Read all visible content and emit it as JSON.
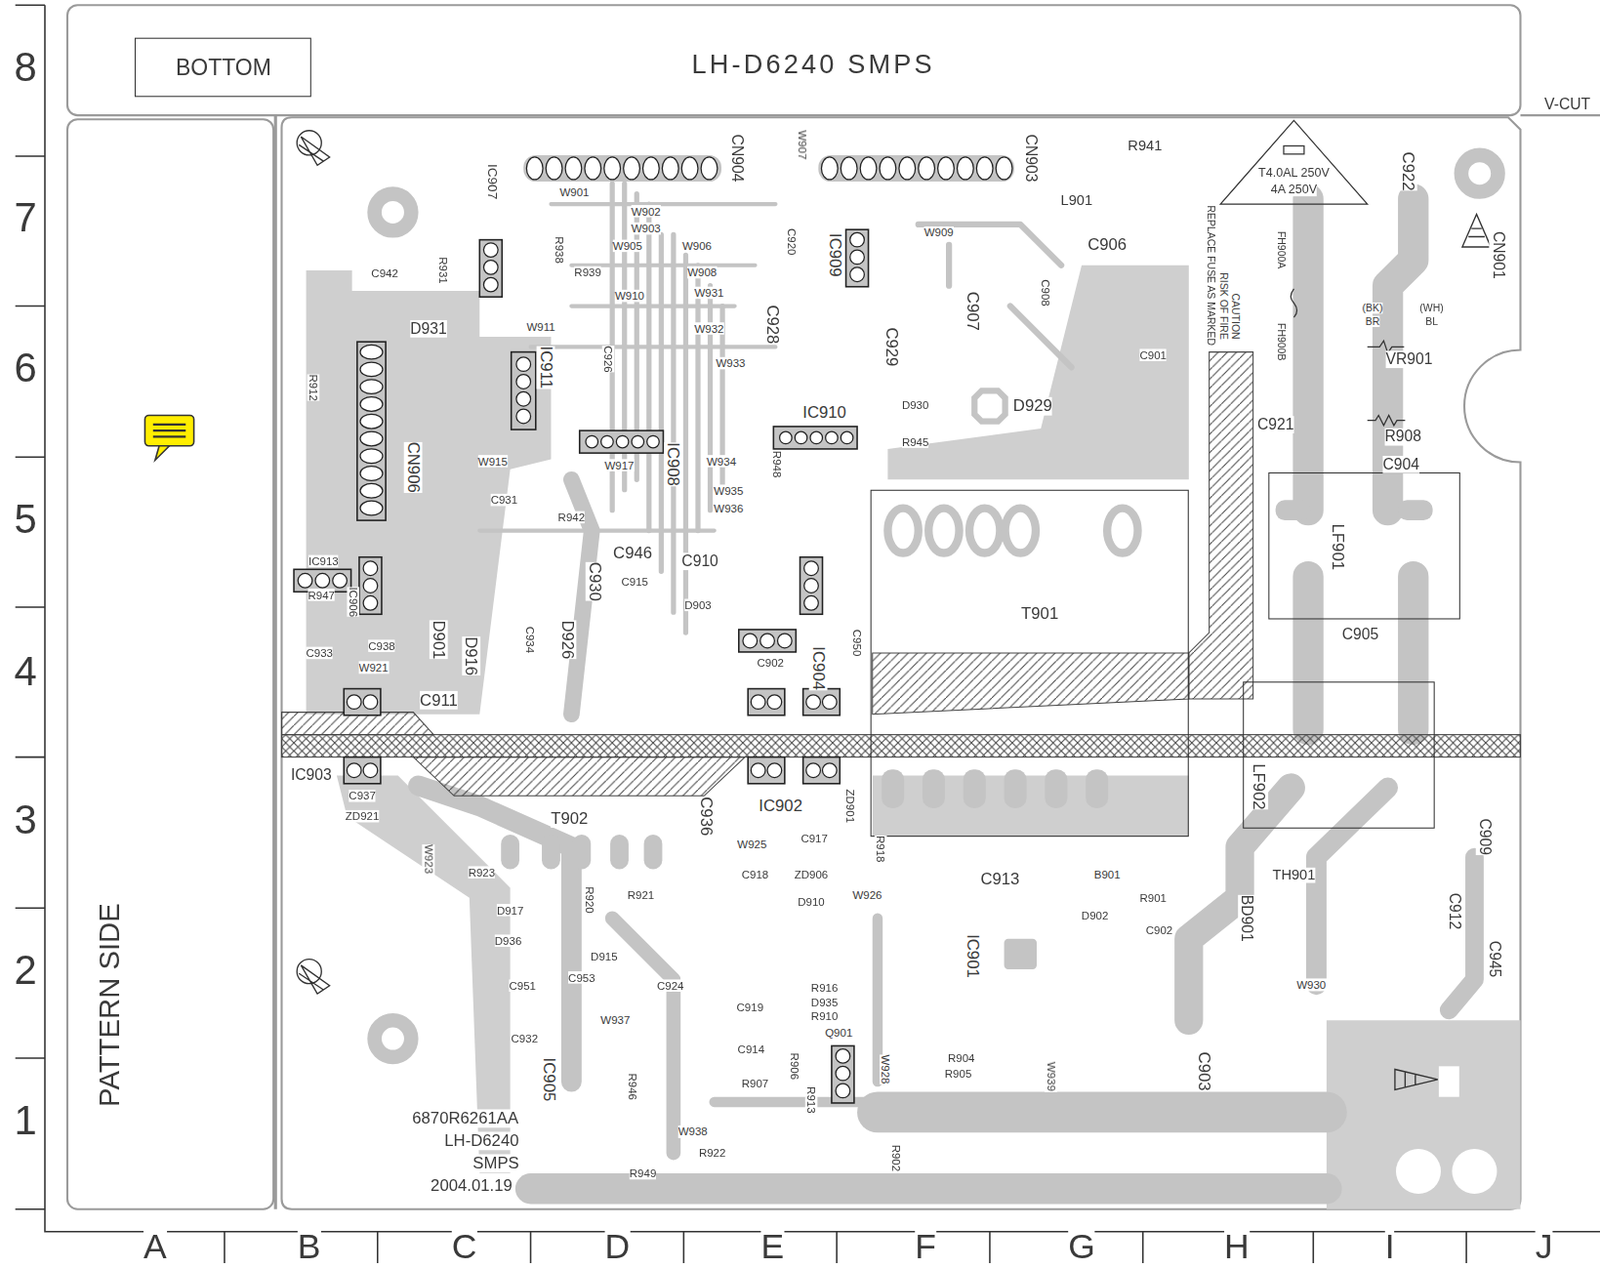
{
  "diagram": {
    "title": "LH-D6240 SMPS",
    "nodes": [
      {
        "text": [
          "BOTTOM"
        ]
      },
      {
        "text": [
          "T901"
        ]
      },
      {
        "text": [
          "LF901"
        ]
      },
      {
        "text": [
          "LF902"
        ]
      }
    ],
    "labels": [
      "8",
      "7",
      "6",
      "5",
      "4",
      "3",
      "2",
      "1",
      "A",
      "B",
      "C",
      "D",
      "E",
      "F",
      "G",
      "H",
      "I",
      "J",
      "V-CUT",
      "PATTERN SIDE",
      "6870R6261AA",
      "LH-D6240",
      "SMPS",
      "2004.01.19",
      "T4.0AL 250V",
      "4A 250V",
      "CAUTION",
      "RISK OF FIRE",
      "REPLACE FUSE AS MARKED",
      "FH900A",
      "FH900B",
      "(BK)",
      "BR",
      "(WH)",
      "BL",
      "IC907",
      "CN904",
      "CN903",
      "W907",
      "R941",
      "L901",
      "C906",
      "W901",
      "W902",
      "W903",
      "W905",
      "W906",
      "W908",
      "W909",
      "W910",
      "W931",
      "W932",
      "W933",
      "W911",
      "W915",
      "W917",
      "W934",
      "W935",
      "W936",
      "W921",
      "C942",
      "R931",
      "D931",
      "R912",
      "CN906",
      "IC913",
      "R947",
      "C933",
      "C938",
      "IC906",
      "D901",
      "D916",
      "C934",
      "D926",
      "C930",
      "C946",
      "C915",
      "C910",
      "D903",
      "C911",
      "R942",
      "C931",
      "IC908",
      "IC911",
      "R939",
      "R938",
      "C928",
      "C926",
      "C920",
      "IC909",
      "C929",
      "C907",
      "C908",
      "C901",
      "D929",
      "D930",
      "R945",
      "IC910",
      "R948",
      "C902",
      "C950",
      "IC904",
      "C922",
      "CN901",
      "VR901",
      "R908",
      "C904",
      "C921",
      "C905",
      "C909",
      "TH901",
      "C912",
      "C945",
      "W930",
      "BD901",
      "C902",
      "R901",
      "B901",
      "D902",
      "C913",
      "IC901",
      "C903",
      "W939",
      "IC903",
      "C937",
      "ZD921",
      "W923",
      "R923",
      "T902",
      "C936",
      "IC902",
      "ZD901",
      "C917",
      "W925",
      "C918",
      "ZD906",
      "D910",
      "W926",
      "R918",
      "R920",
      "R921",
      "D917",
      "D936",
      "D915",
      "C951",
      "C953",
      "C924",
      "C919",
      "R916",
      "D935",
      "R910",
      "W937",
      "C932",
      "IC905",
      "R946",
      "C914",
      "Q901",
      "R907",
      "R906",
      "R913",
      "W928",
      "R904",
      "R905",
      "W938",
      "R922",
      "R949",
      "R902"
    ]
  }
}
